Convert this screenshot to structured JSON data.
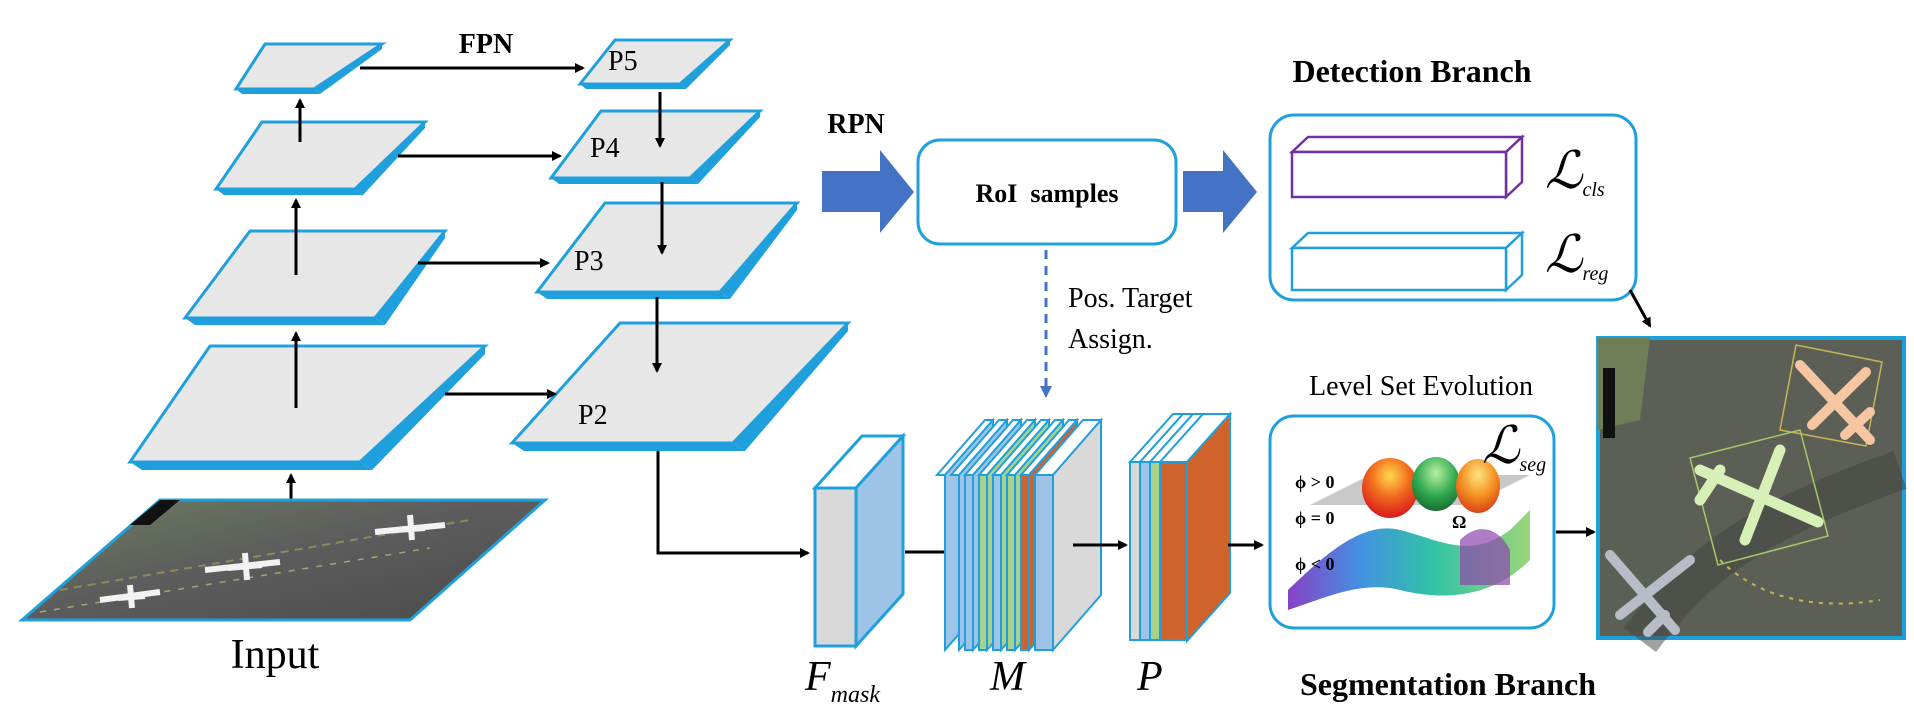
{
  "fpn": {
    "title": "FPN",
    "levels": [
      "P5",
      "P4",
      "P3",
      "P2"
    ]
  },
  "input_label": "Input",
  "rpn_label": "RPN",
  "roi_label": "RoI  samples",
  "assign_label": [
    "Pos. Target",
    "Assign."
  ],
  "detection": {
    "title": "Detection Branch",
    "cls_loss": {
      "symbol": "ℒ",
      "sub": "cls"
    },
    "reg_loss": {
      "symbol": "ℒ",
      "sub": "reg"
    }
  },
  "segmentation": {
    "title": "Segmentation Branch",
    "levelset_title": "Level Set Evolution",
    "seg_loss": {
      "symbol": "ℒ",
      "sub": "seg"
    },
    "phi_pos": "ϕ > 0",
    "phi_zero": "ϕ = 0",
    "phi_neg": "ϕ < 0",
    "omega": "Ω"
  },
  "feature_labels": {
    "f_mask": {
      "main": "F",
      "sub": "mask"
    },
    "m": "M",
    "p": "P"
  },
  "colors": {
    "blue_border": "#1fa0dc",
    "arrow_blue": "#4472c4",
    "dashed_arrow": "#4472c4",
    "purple_box": "#7030a0",
    "orange": "#d0622b",
    "green": "#a9d18e",
    "steel": "#9dc3e6",
    "gray_fill": "#d9d9d9",
    "plane_fill": "#e7e7e7"
  }
}
